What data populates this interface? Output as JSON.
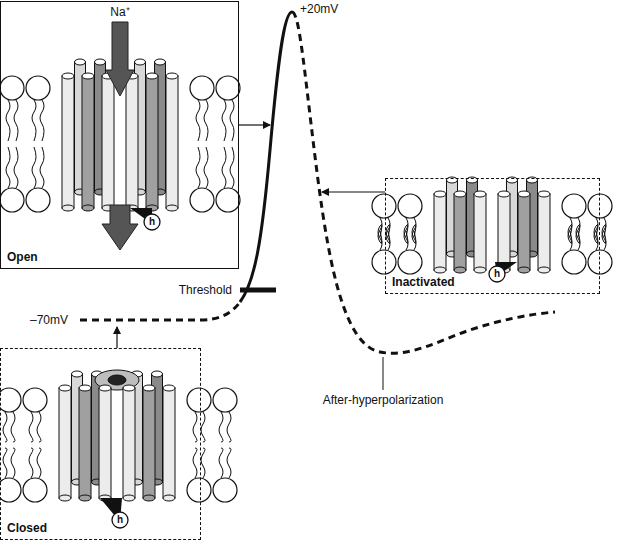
{
  "diagram": {
    "nodes": [
      {
        "text": [
          "Open"
        ]
      },
      {
        "text": [
          "Inactivated"
        ]
      },
      {
        "text": [
          "Closed"
        ]
      }
    ],
    "labels": [
      "Na⁺",
      "h",
      "h",
      "h",
      "+20mV",
      "Threshold",
      "–70mV",
      "After-hyperpolarization"
    ]
  }
}
